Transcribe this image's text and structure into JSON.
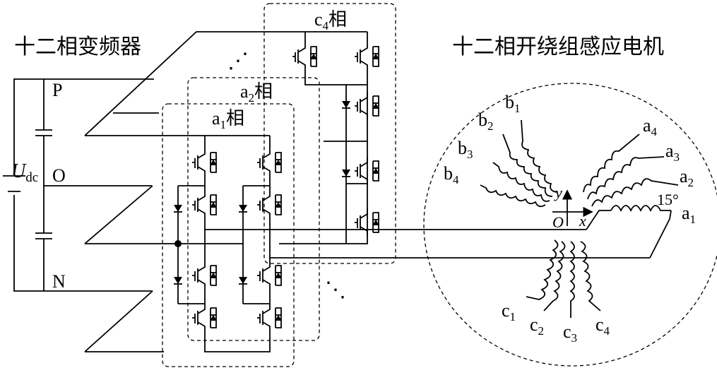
{
  "titles": {
    "inverter": "十二相变频器",
    "motor": "十二相开绕组感应电机"
  },
  "dc_bus": {
    "voltage_symbol": "U",
    "voltage_subscript": "dc",
    "positive": "P",
    "midpoint": "O",
    "negative": "N"
  },
  "phase_boxes": [
    {
      "letter": "a",
      "sub": "1",
      "suffix": "相"
    },
    {
      "letter": "a",
      "sub": "2",
      "suffix": "相"
    },
    {
      "letter": "c",
      "sub": "4",
      "suffix": "相"
    }
  ],
  "ellipses": [
    "⋰",
    "⋱"
  ],
  "motor": {
    "axis_x": "x",
    "axis_y": "y",
    "origin": "O",
    "angle": "15°",
    "windings_a": [
      {
        "letter": "a",
        "sub": "1"
      },
      {
        "letter": "a",
        "sub": "2"
      },
      {
        "letter": "a",
        "sub": "3"
      },
      {
        "letter": "a",
        "sub": "4"
      }
    ],
    "windings_b": [
      {
        "letter": "b",
        "sub": "1"
      },
      {
        "letter": "b",
        "sub": "2"
      },
      {
        "letter": "b",
        "sub": "3"
      },
      {
        "letter": "b",
        "sub": "4"
      }
    ],
    "windings_c": [
      {
        "letter": "c",
        "sub": "1"
      },
      {
        "letter": "c",
        "sub": "2"
      },
      {
        "letter": "c",
        "sub": "3"
      },
      {
        "letter": "c",
        "sub": "4"
      }
    ]
  }
}
